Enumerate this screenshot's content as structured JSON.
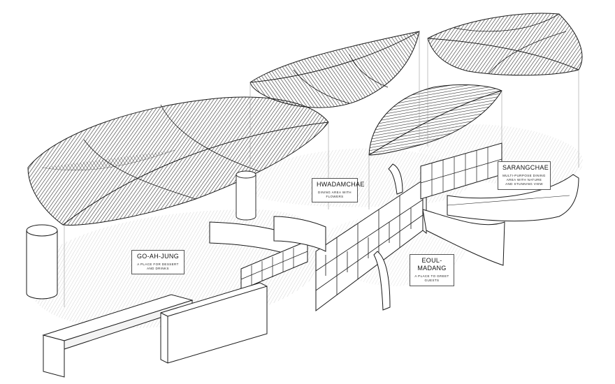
{
  "zones": [
    {
      "id": "hwadamchae",
      "name": "HWADAMCHAE",
      "subtitle": "DINING AREA WITH FLOWERS"
    },
    {
      "id": "sarangchae",
      "name": "SARANGCHAE",
      "subtitle": "MULTI-PURPOSE DINING AREA WITH NATURE AND STUNNING VIEW"
    },
    {
      "id": "go-ah-jung",
      "name": "GO-AH-JUNG",
      "subtitle": "A PLACE FOR DESSERT AND DRINKS"
    },
    {
      "id": "eoul-madang",
      "name": "EOUL-MADANG",
      "subtitle": "A PLACE TO GREET GUESTS"
    }
  ],
  "colors": {
    "line": "#1a1a1a",
    "hatch": "#333333",
    "shadow": "#d4d4d4",
    "paper": "#ffffff"
  }
}
